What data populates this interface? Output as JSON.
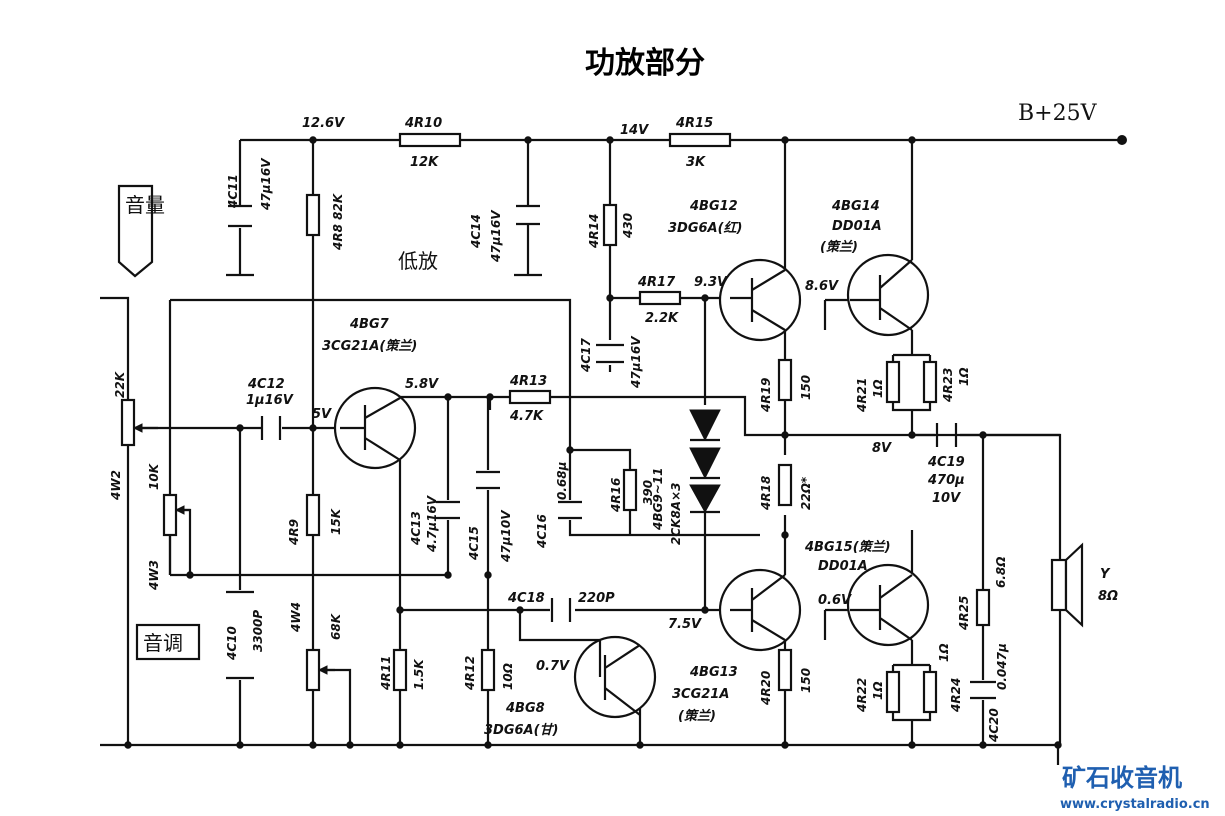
{
  "title": "功放部分",
  "supply_label": "B+25V",
  "section_label": "低放",
  "volume_label": "音量",
  "tone_label": "音调",
  "nodes": {
    "n126": "12.6V",
    "n14": "14V",
    "n5": "5V",
    "n58": "5.8V",
    "n93": "9.3V",
    "n86": "8.6V",
    "n8": "8V",
    "n75": "7.5V",
    "n06": "0.6V",
    "n07": "0.7V"
  },
  "resistors": {
    "r10": {
      "ref": "4R10",
      "value": "12K"
    },
    "r15": {
      "ref": "4R15",
      "value": "3K"
    },
    "r8": {
      "ref": "4R8",
      "value": "82K"
    },
    "r14": {
      "ref": "4R14",
      "value": "430"
    },
    "r17": {
      "ref": "4R17",
      "value": "2.2K"
    },
    "r13": {
      "ref": "4R13",
      "value": "4.7K"
    },
    "r16": {
      "ref": "4R16",
      "value": "390"
    },
    "r9": {
      "ref": "4R9",
      "value": "15K"
    },
    "r19": {
      "ref": "4R19",
      "value": "150"
    },
    "r18": {
      "ref": "4R18",
      "value": "22Ω*"
    },
    "r21": {
      "ref": "4R21",
      "value": "1Ω"
    },
    "r23": {
      "ref": "4R23",
      "value": "1Ω"
    },
    "r11": {
      "ref": "4R11",
      "value": "1.5K"
    },
    "r12": {
      "ref": "4R12",
      "value": "10Ω"
    },
    "r20": {
      "ref": "4R20",
      "value": "150"
    },
    "r22": {
      "ref": "4R22",
      "value": "1Ω"
    },
    "r24": {
      "ref": "4R24",
      "value": "1Ω"
    },
    "r25": {
      "ref": "4R25",
      "value": "6.8Ω"
    }
  },
  "capacitors": {
    "c11": {
      "ref": "4C11",
      "value": "47μ16V"
    },
    "c14": {
      "ref": "4C14",
      "value": "47μ16V"
    },
    "c17": {
      "ref": "4C17",
      "value": "47μ16V"
    },
    "c12": {
      "ref": "4C12",
      "value": "1μ16V"
    },
    "c13": {
      "ref": "4C13",
      "value": "4.7μ16V"
    },
    "c15": {
      "ref": "4C15",
      "value": "47μ10V"
    },
    "c16": {
      "ref": "4C16",
      "value": "0.68μ"
    },
    "c19": {
      "ref": "4C19",
      "value": "470μ",
      "voltage": "10V"
    },
    "c10": {
      "ref": "4C10",
      "value": "3300P"
    },
    "c18": {
      "ref": "4C18",
      "value": "220P"
    },
    "c20": {
      "ref": "4C20",
      "value": "0.047μ"
    }
  },
  "pots": {
    "w2": {
      "ref": "4W2",
      "value": "22K"
    },
    "w3": {
      "ref": "4W3",
      "value": "10K"
    },
    "w4": {
      "ref": "4W4",
      "value": "68K"
    }
  },
  "transistors": {
    "bg7": {
      "ref": "4BG7",
      "type": "3CG21A(策兰)"
    },
    "bg12": {
      "ref": "4BG12",
      "type": "3DG6A(红)"
    },
    "bg14": {
      "ref": "4BG14",
      "type": "DD01A",
      "note": "(策兰)"
    },
    "bg15": {
      "ref": "4BG15(策兰)",
      "type": "DD01A"
    },
    "bg13": {
      "ref": "4BG13",
      "type": "3CG21A",
      "note": "(策兰)"
    },
    "bg8": {
      "ref": "4BG8",
      "type": "3DG6A(甘)"
    }
  },
  "diodes": {
    "ref": "4BG9~11",
    "type": "2CK8A×3"
  },
  "speaker": {
    "ref": "Y",
    "value": "8Ω"
  },
  "logo": {
    "name": "矿石收音机",
    "url": "www.crystalradio.cn"
  },
  "colors": {
    "ink": "#111111",
    "logo": "#1f5fb0"
  }
}
